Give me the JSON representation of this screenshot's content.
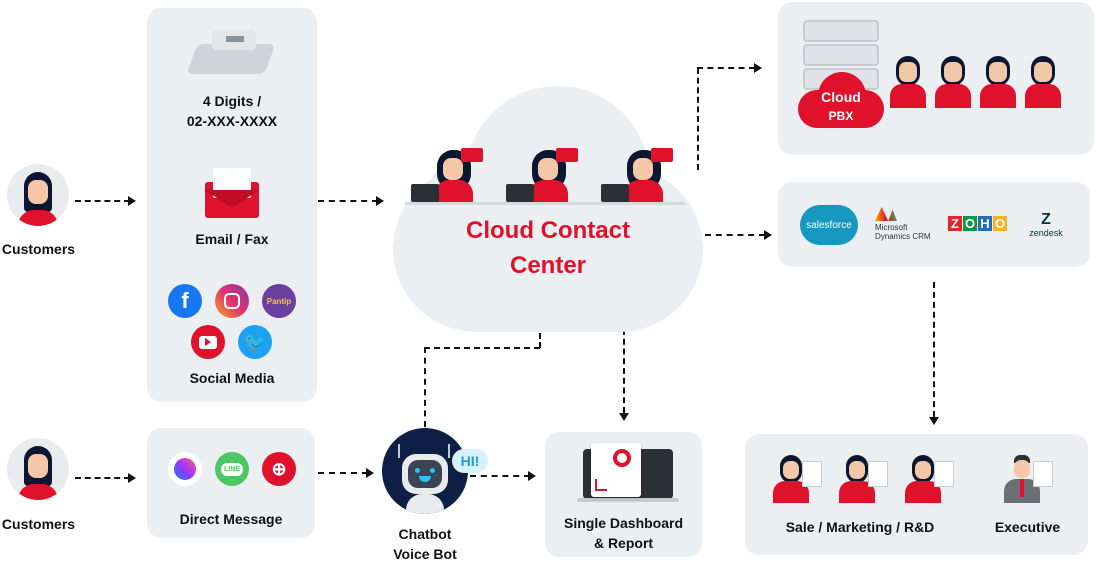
{
  "customers": [
    {
      "label": "Customers"
    },
    {
      "label": "Customers"
    }
  ],
  "channels": {
    "phone_line1": "4 Digits /",
    "phone_line2": "02-XXX-XXXX",
    "email": "Email / Fax",
    "social": "Social Media",
    "social_icons": [
      "facebook",
      "instagram",
      "pantip",
      "youtube",
      "twitter"
    ],
    "pantip_text": "Pantip",
    "direct": "Direct Message",
    "line_text": "LINE"
  },
  "center": {
    "line1": "Cloud Contact",
    "line2": "Center"
  },
  "pbx": {
    "line1": "Cloud",
    "line2": "PBX"
  },
  "crm": {
    "salesforce": "salesforce",
    "microsoft_line1": "Microsoft",
    "microsoft_line2": "Dynamics CRM",
    "zoho": [
      "Z",
      "O",
      "H",
      "O"
    ],
    "zendesk": "zendesk"
  },
  "chatbot": {
    "bubble": "HI!",
    "line1": "Chatbot",
    "line2": "Voice Bot"
  },
  "dashboard": {
    "line1": "Single Dashboard",
    "line2": "& Report"
  },
  "teams": {
    "staff": "Sale / Marketing / R&D",
    "exec": "Executive"
  },
  "colors": {
    "accent": "#e0112b",
    "panel": "#eceff2",
    "navy": "#0d1f45"
  }
}
